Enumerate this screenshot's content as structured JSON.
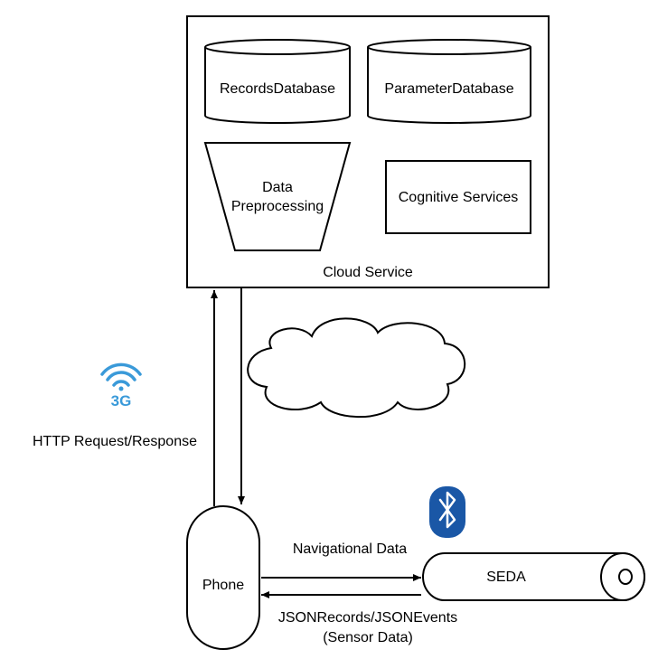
{
  "cloud_service": {
    "label": "Cloud Service",
    "records_db": "RecordsDatabase",
    "parameter_db": "ParameterDatabase",
    "preprocessing_line1": "Data",
    "preprocessing_line2": "Preprocessing",
    "cognitive": "Cognitive Services"
  },
  "network": {
    "icon_label": "3G",
    "http_label": "HTTP Request/Response"
  },
  "phone": {
    "label": "Phone"
  },
  "seda": {
    "label": "SEDA"
  },
  "links": {
    "nav_label": "Navigational Data",
    "json_label_line1": "JSONRecords/JSONEvents",
    "json_label_line2": "(Sensor Data)"
  },
  "colors": {
    "stroke": "#000000",
    "wifi_icon": "#3a9ad9",
    "bluetooth_bg": "#1a57a6",
    "bluetooth_glyph": "#ffffff"
  }
}
